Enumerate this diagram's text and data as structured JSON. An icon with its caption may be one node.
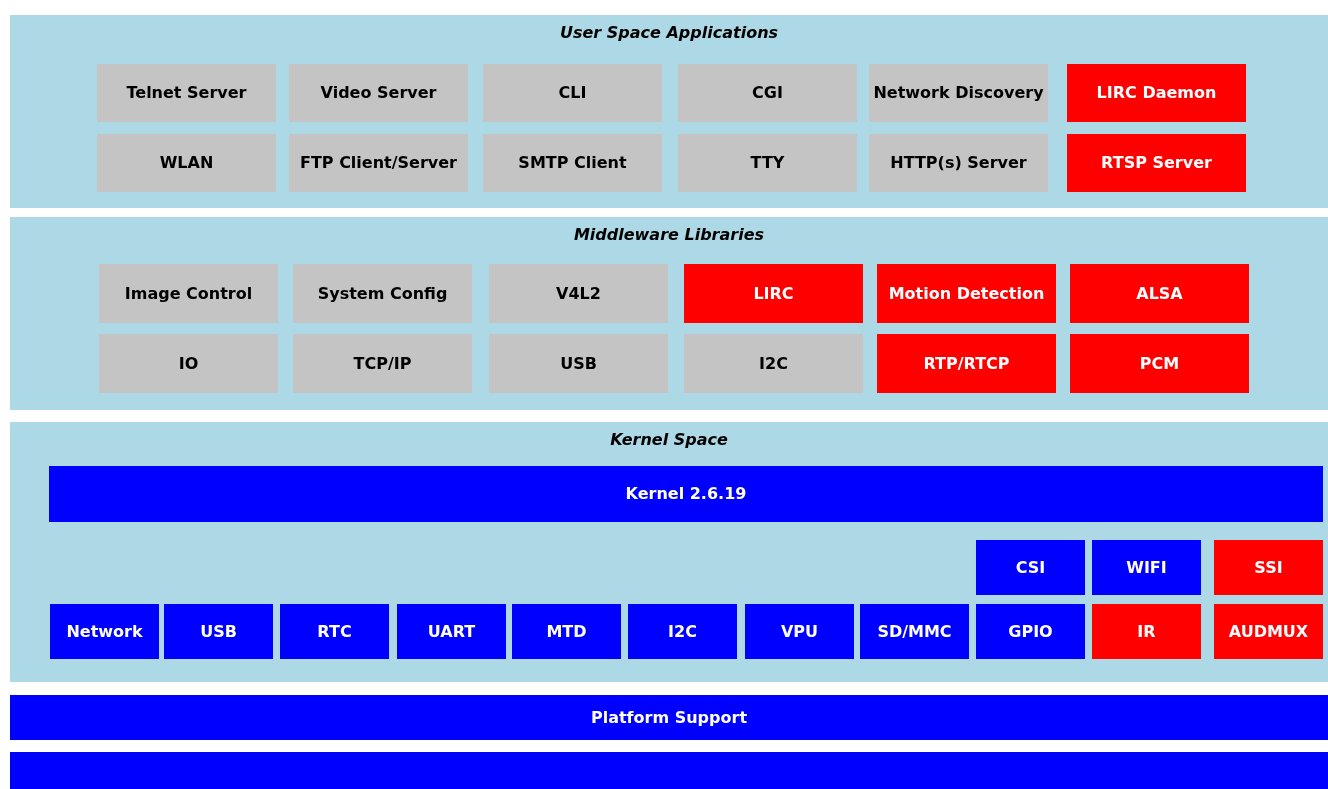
{
  "diagram": {
    "nodes": [
      {
        "text": [
          "User Space Applications"
        ]
      },
      {
        "text": [
          "Telnet Server"
        ],
        "in": 0
      },
      {
        "text": [
          "Video Server"
        ],
        "in": 0
      },
      {
        "text": [
          "CLI"
        ],
        "in": 0
      },
      {
        "text": [
          "CGI"
        ],
        "in": 0
      },
      {
        "text": [
          "Network Discovery"
        ],
        "in": 0
      },
      {
        "text": [
          "LIRC Daemon"
        ],
        "in": 0
      },
      {
        "text": [
          "WLAN"
        ],
        "in": 0
      },
      {
        "text": [
          "FTP Client/Server"
        ],
        "in": 0
      },
      {
        "text": [
          "SMTP Client"
        ],
        "in": 0
      },
      {
        "text": [
          "TTY"
        ],
        "in": 0
      },
      {
        "text": [
          "HTTP(s) Server"
        ],
        "in": 0
      },
      {
        "text": [
          "RTSP Server"
        ],
        "in": 0
      },
      {
        "text": [
          "Middleware Libraries"
        ]
      },
      {
        "text": [
          "Image Control"
        ],
        "in": 13
      },
      {
        "text": [
          "System Config"
        ],
        "in": 13
      },
      {
        "text": [
          "V4L2"
        ],
        "in": 13
      },
      {
        "text": [
          "LIRC"
        ],
        "in": 13
      },
      {
        "text": [
          "Motion Detection"
        ],
        "in": 13
      },
      {
        "text": [
          "ALSA"
        ],
        "in": 13
      },
      {
        "text": [
          "IO"
        ],
        "in": 13
      },
      {
        "text": [
          "TCP/IP"
        ],
        "in": 13
      },
      {
        "text": [
          "USB"
        ],
        "in": 13
      },
      {
        "text": [
          "I2C"
        ],
        "in": 13
      },
      {
        "text": [
          "RTP/RTCP"
        ],
        "in": 13
      },
      {
        "text": [
          "PCM"
        ],
        "in": 13
      },
      {
        "text": [
          "Kernel Space"
        ]
      },
      {
        "text": [
          "Kernel 2.6.19"
        ],
        "in": 26
      },
      {
        "text": [
          "CSI"
        ],
        "in": 26
      },
      {
        "text": [
          "WIFI"
        ],
        "in": 26
      },
      {
        "text": [
          "SSI"
        ],
        "in": 26
      },
      {
        "text": [
          "Network"
        ],
        "in": 26
      },
      {
        "text": [
          "USB"
        ],
        "in": 26
      },
      {
        "text": [
          "RTC"
        ],
        "in": 26
      },
      {
        "text": [
          "UART"
        ],
        "in": 26
      },
      {
        "text": [
          "MTD"
        ],
        "in": 26
      },
      {
        "text": [
          "I2C"
        ],
        "in": 26
      },
      {
        "text": [
          "VPU"
        ],
        "in": 26
      },
      {
        "text": [
          "SD/MMC"
        ],
        "in": 26
      },
      {
        "text": [
          "GPIO"
        ],
        "in": 26
      },
      {
        "text": [
          "IR"
        ],
        "in": 26
      },
      {
        "text": [
          "AUDMUX"
        ],
        "in": 26
      },
      {
        "text": [
          "Platform Support"
        ]
      },
      {
        "text": [],
        "shape": "bar"
      }
    ],
    "edges": []
  }
}
